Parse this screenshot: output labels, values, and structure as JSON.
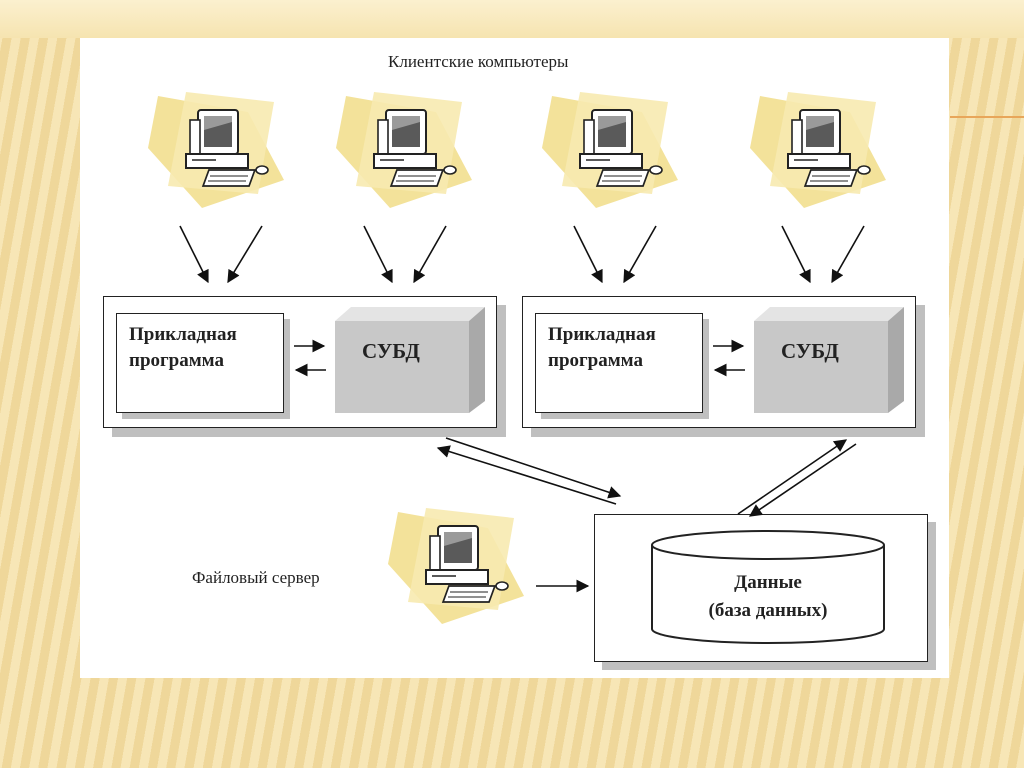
{
  "diagram": {
    "clients_title": "Клиентские компьютеры",
    "file_server_label": "Файловый сервер",
    "blocks": [
      {
        "program_line1": "Прикладная",
        "program_line2": "программа",
        "dbms": "СУБД"
      },
      {
        "program_line1": "Прикладная",
        "program_line2": "программа",
        "dbms": "СУБД"
      }
    ],
    "data_store": {
      "line1": "Данные",
      "line2": "(база данных)"
    }
  },
  "colors": {
    "accent": "#e8a65a",
    "background_stripe_light": "#f7e6b6",
    "background_stripe_dark": "#efd79a",
    "computer_backdrop": "#f3e29a",
    "shadow": "#bfbfbf",
    "dbms_face": "#c8c8c8"
  },
  "icons": [
    "computer-icon",
    "arrow-icon",
    "database-cylinder-icon",
    "cube-icon"
  ]
}
